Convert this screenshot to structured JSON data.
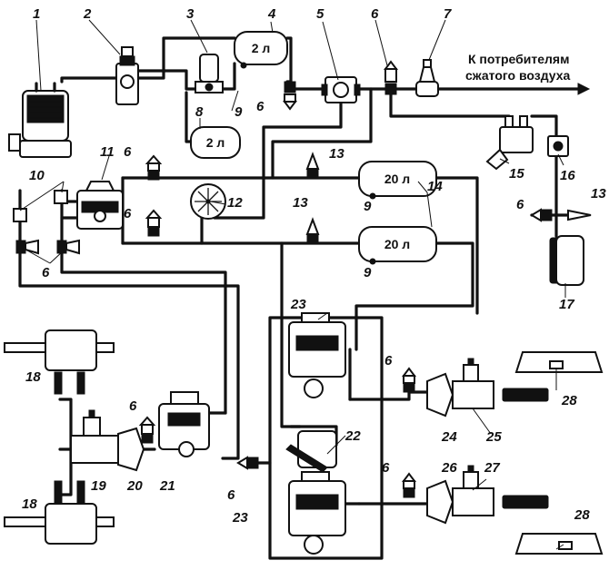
{
  "caption": {
    "line1": "К потребителям",
    "line2": "сжатого воздуха"
  },
  "receivers": {
    "r4": "2 л",
    "r8": "2 л",
    "r14a": "20 л",
    "r14b": "20 л"
  },
  "labels": {
    "l1": "1",
    "l2": "2",
    "l3": "3",
    "l4": "4",
    "l5": "5",
    "l6a": "6",
    "l6b": "6",
    "l6c": "6",
    "l6d": "6",
    "l6e": "6",
    "l6f": "6",
    "l6g": "6",
    "l6h": "6",
    "l6i": "6",
    "l6j": "6",
    "l7": "7",
    "l8": "8",
    "l9a": "9",
    "l9b": "9",
    "l9c": "9",
    "l10": "10",
    "l11": "11",
    "l12": "12",
    "l13a": "13",
    "l13b": "13",
    "l13c": "13",
    "l14": "14",
    "l15": "15",
    "l16": "16",
    "l17": "17",
    "l18a": "18",
    "l18b": "18",
    "l19": "19",
    "l20": "20",
    "l21": "21",
    "l22": "22",
    "l23a": "23",
    "l23b": "23",
    "l24": "24",
    "l25": "25",
    "l26": "26",
    "l27": "27",
    "l28a": "28",
    "l28b": "28"
  }
}
